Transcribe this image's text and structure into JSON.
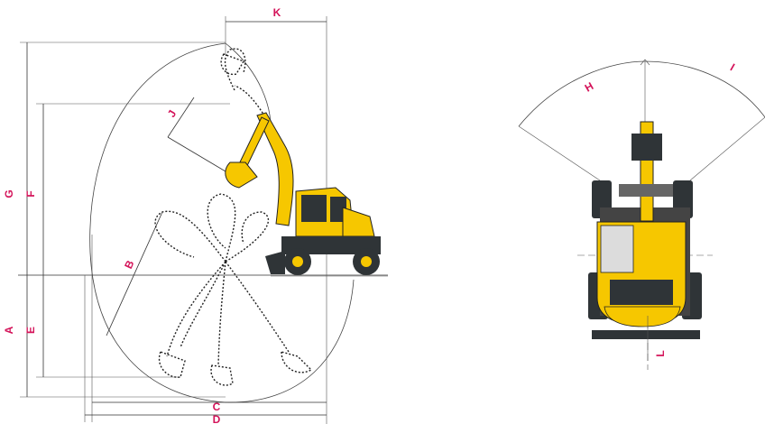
{
  "colors": {
    "label": "#d4145a",
    "machine_yellow": "#f6c700",
    "machine_dark": "#2f3437",
    "line": "#333333"
  },
  "side_view": {
    "labels": {
      "a": "A",
      "b": "B",
      "c": "C",
      "d": "D",
      "e": "E",
      "f": "F",
      "g": "G",
      "j": "J",
      "k": "K"
    }
  },
  "top_view": {
    "labels": {
      "h": "H",
      "i": "I",
      "l": "L"
    }
  }
}
